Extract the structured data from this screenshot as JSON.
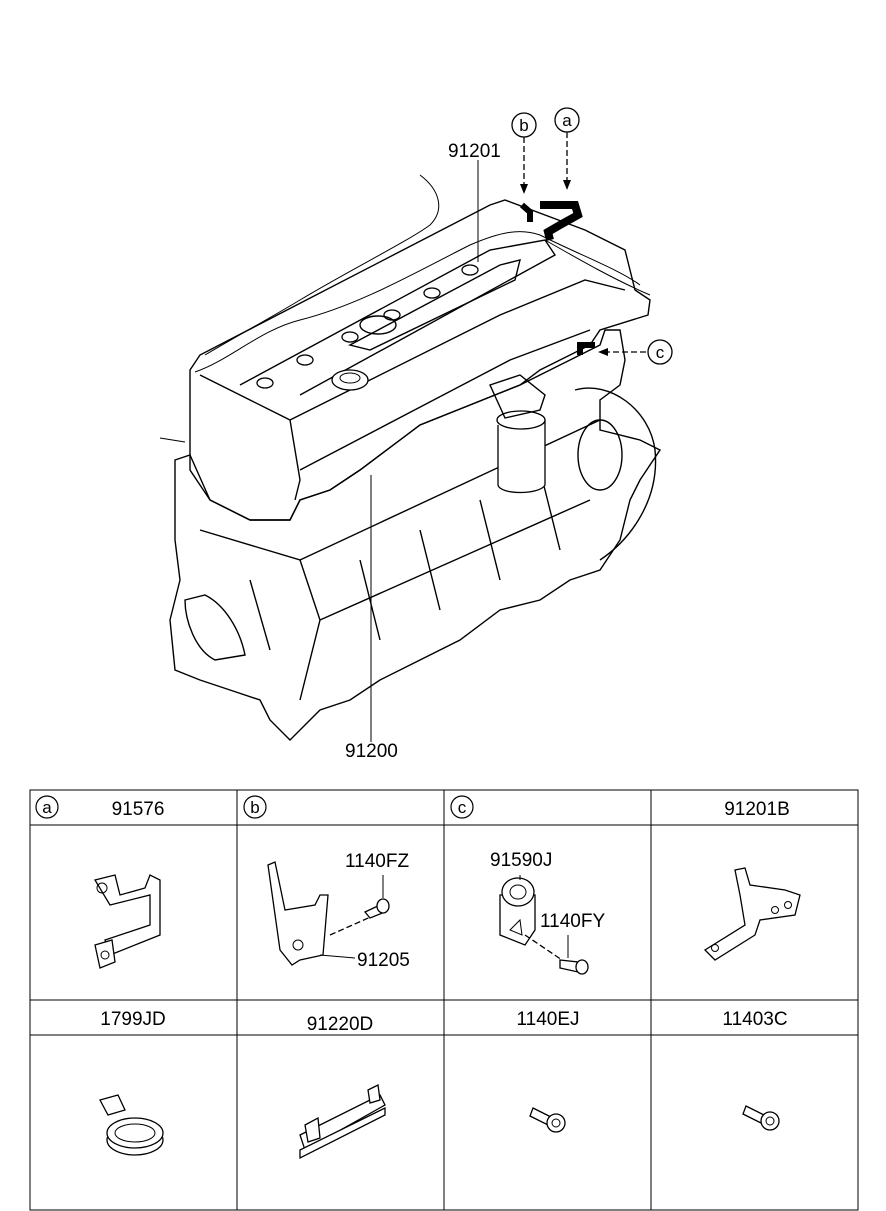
{
  "main_figure": {
    "callouts": [
      {
        "id": "91201",
        "label": "91201"
      },
      {
        "id": "91200",
        "label": "91200"
      },
      {
        "id": "a",
        "label": "a"
      },
      {
        "id": "b",
        "label": "b"
      },
      {
        "id": "c",
        "label": "c"
      }
    ]
  },
  "parts_table": {
    "row1": [
      {
        "letter": "a",
        "part_no": "91576",
        "sub_labels": []
      },
      {
        "letter": "b",
        "part_no": "",
        "sub_labels": [
          "1140FZ",
          "91205"
        ]
      },
      {
        "letter": "c",
        "part_no": "",
        "sub_labels": [
          "91590J",
          "1140FY"
        ]
      },
      {
        "letter": "",
        "part_no": "91201B",
        "sub_labels": []
      }
    ],
    "row2": [
      {
        "part_no": "1799JD"
      },
      {
        "part_no": "91220D"
      },
      {
        "part_no": "1140EJ"
      },
      {
        "part_no": "11403C"
      }
    ]
  }
}
